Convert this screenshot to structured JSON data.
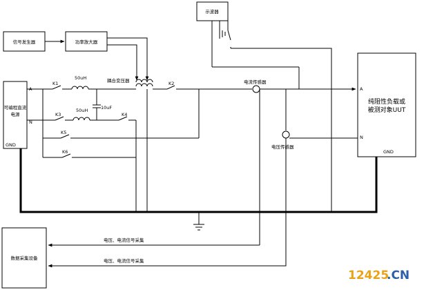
{
  "labels": {
    "signal_generator": "信号发生器",
    "power_amplifier": "功率放大器",
    "oscilloscope": "示波器",
    "adjustable_dc_source_line1": "可编程直流",
    "adjustable_dc_source_line2": "电源",
    "coupling_transformer": "耦合变压器",
    "inductor_top": "50uH",
    "inductor_bottom": "50uH",
    "capacitor": "10uF",
    "current_sensor": "电流传感器",
    "voltage_sensor": "电压传感器",
    "load_line1": "纯阻性负载或",
    "load_line2": "被测对象UUT",
    "data_acquisition": "数据采集设备",
    "acq_label_upper": "电压、电流信号采集",
    "acq_label_lower": "电压、电流信号采集",
    "terminal_a_left": "A",
    "terminal_n_left": "N",
    "terminal_gnd_left": "GND",
    "terminal_a_right": "A",
    "terminal_n_right": "N",
    "terminal_gnd_right": "GND",
    "switch_k1": "K1",
    "switch_k2": "K2",
    "switch_k3": "K3",
    "switch_k4": "K4",
    "switch_k5": "K5",
    "switch_k6": "K6"
  },
  "watermark": {
    "number_part": "12425",
    "suffix_part": ".CN",
    "number_color": "#e8a317",
    "suffix_color": "#2c5fa8"
  }
}
